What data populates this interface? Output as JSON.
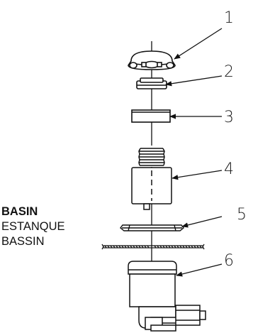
{
  "callouts": [
    "1",
    "2",
    "3",
    "4",
    "5",
    "6"
  ],
  "basin_label": {
    "english": "BASIN",
    "spanish": "ESTANQUE",
    "french": "BASSIN"
  }
}
